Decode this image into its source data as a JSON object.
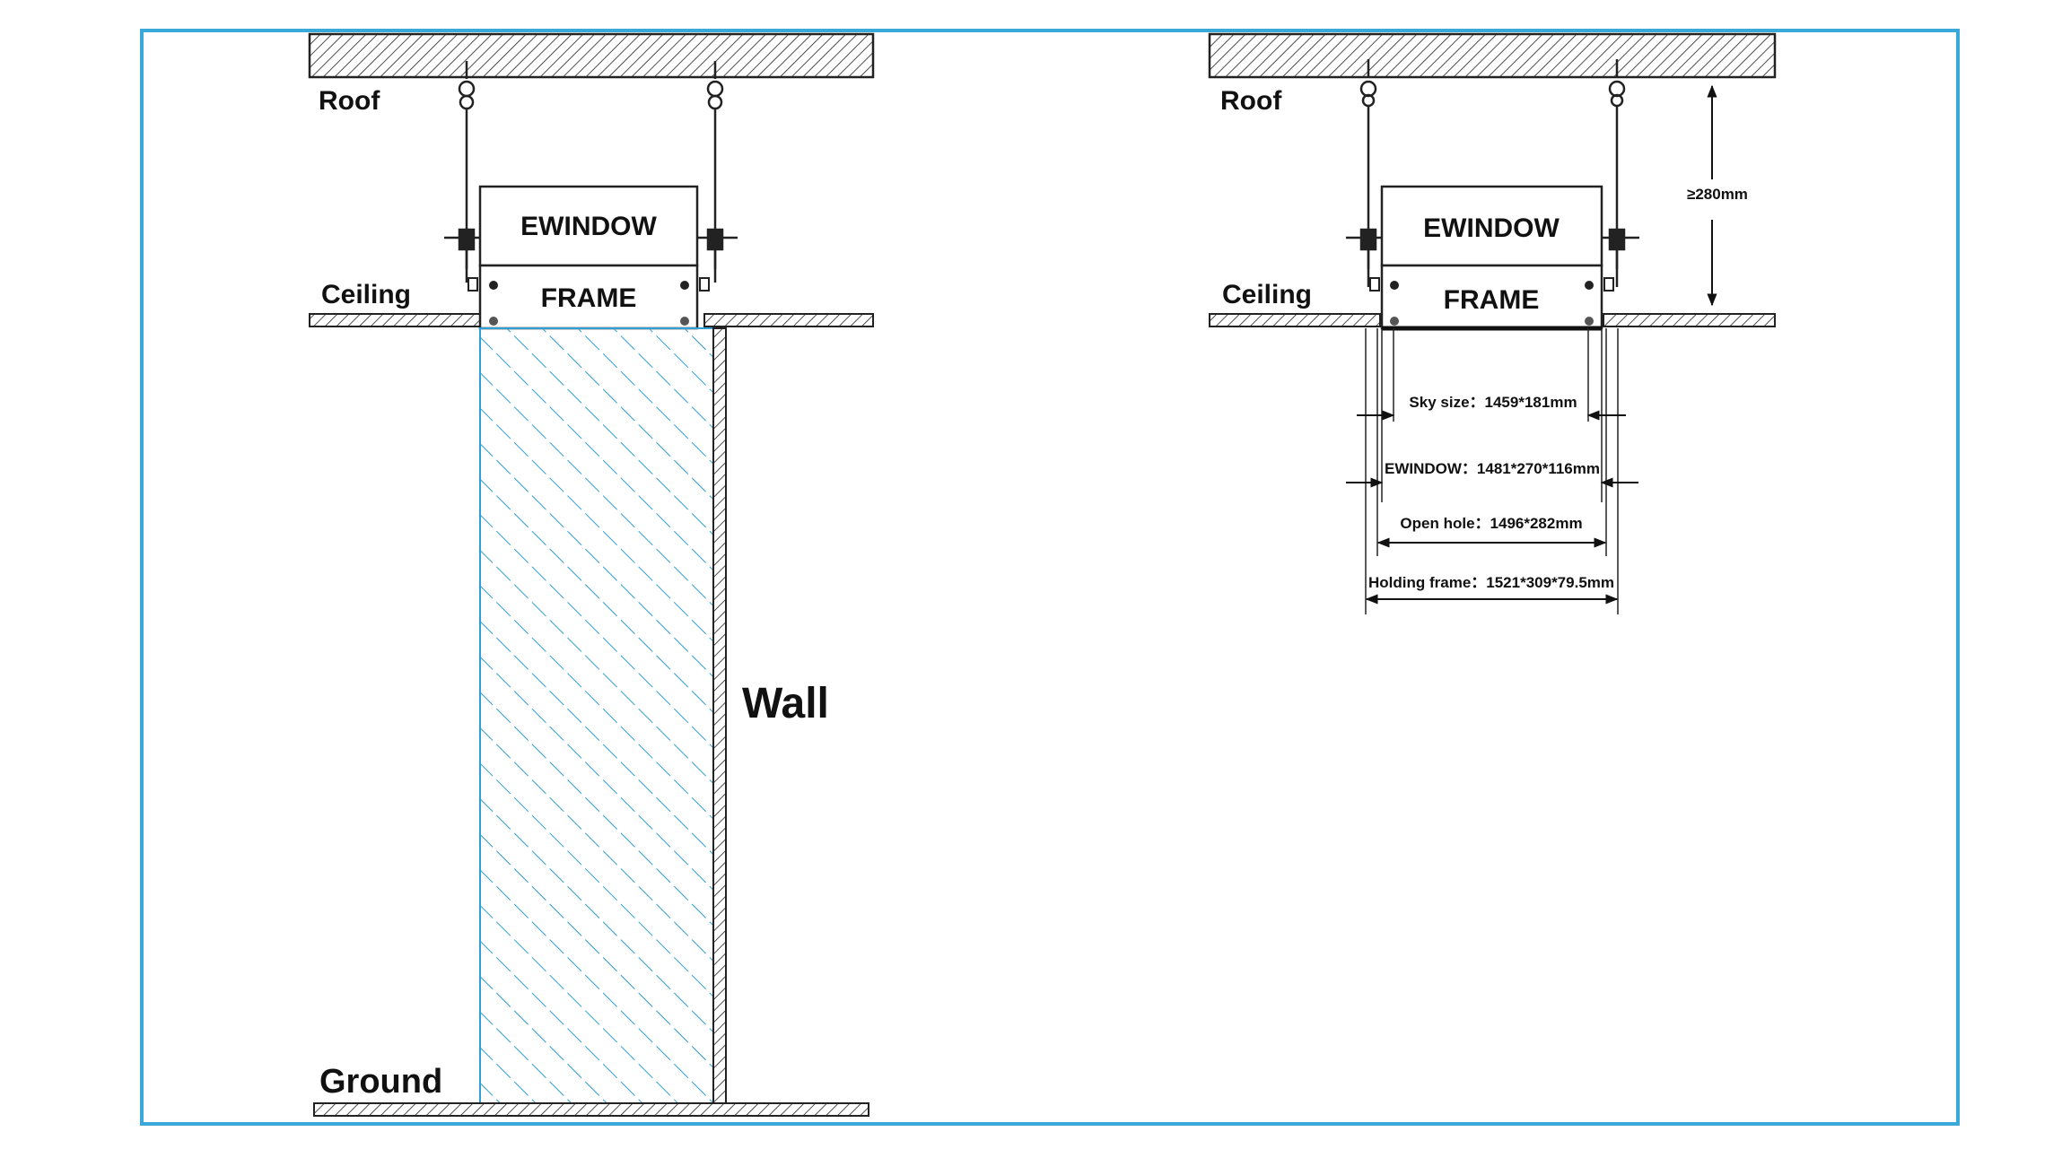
{
  "left": {
    "roof": "Roof",
    "ceiling": "Ceiling",
    "ground": "Ground",
    "wall": "Wall",
    "unit_top": "EWINDOW",
    "unit_bottom": "FRAME"
  },
  "right": {
    "roof": "Roof",
    "ceiling": "Ceiling",
    "unit_top": "EWINDOW",
    "unit_bottom": "FRAME",
    "height_dim": "≥280mm",
    "dims": {
      "sky_size": "Sky size：1459*181mm",
      "ewindow": "EWINDOW：1481*270*116mm",
      "open_hole": "Open hole：1496*282mm",
      "holding_frame": "Holding frame：1521*309*79.5mm"
    }
  },
  "colors": {
    "border": "#3aa8d8",
    "glass": "#2f9fd6",
    "line": "#1a1a1a"
  }
}
